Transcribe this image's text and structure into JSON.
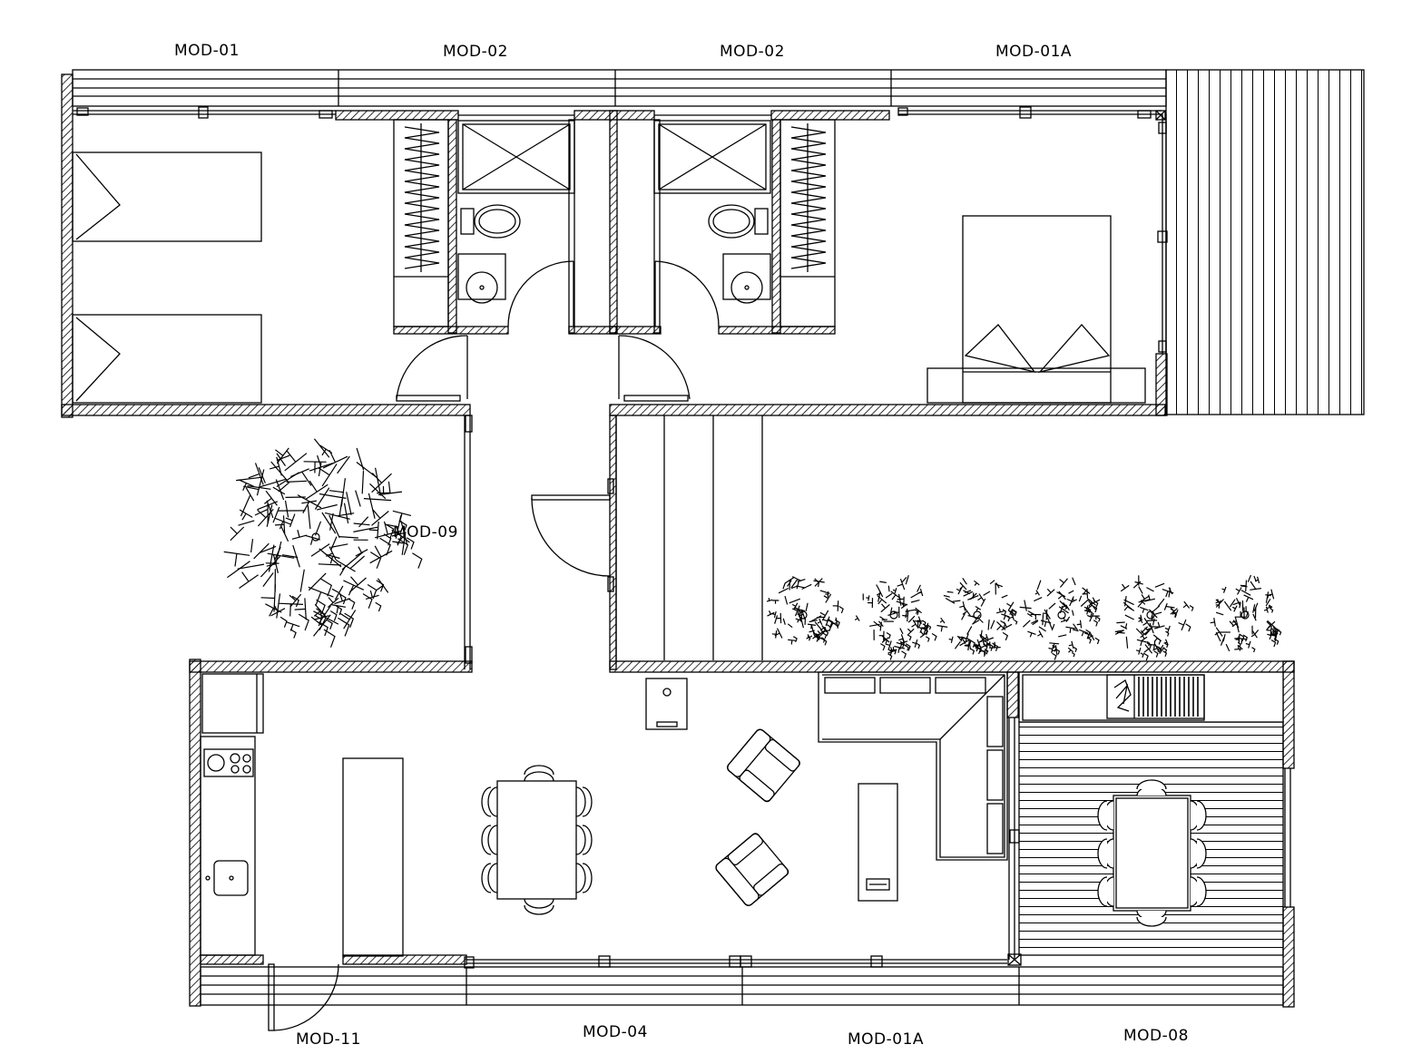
{
  "module_labels": {
    "top": [
      "MOD-01",
      "MOD-02",
      "MOD-02",
      "MOD-01A"
    ],
    "middle": "MOD-09",
    "bottom": [
      "MOD-11",
      "MOD-04",
      "MOD-01A",
      "MOD-08"
    ]
  },
  "colors": {
    "line": "#000000",
    "hatch": "#000000",
    "background": "#ffffff"
  }
}
